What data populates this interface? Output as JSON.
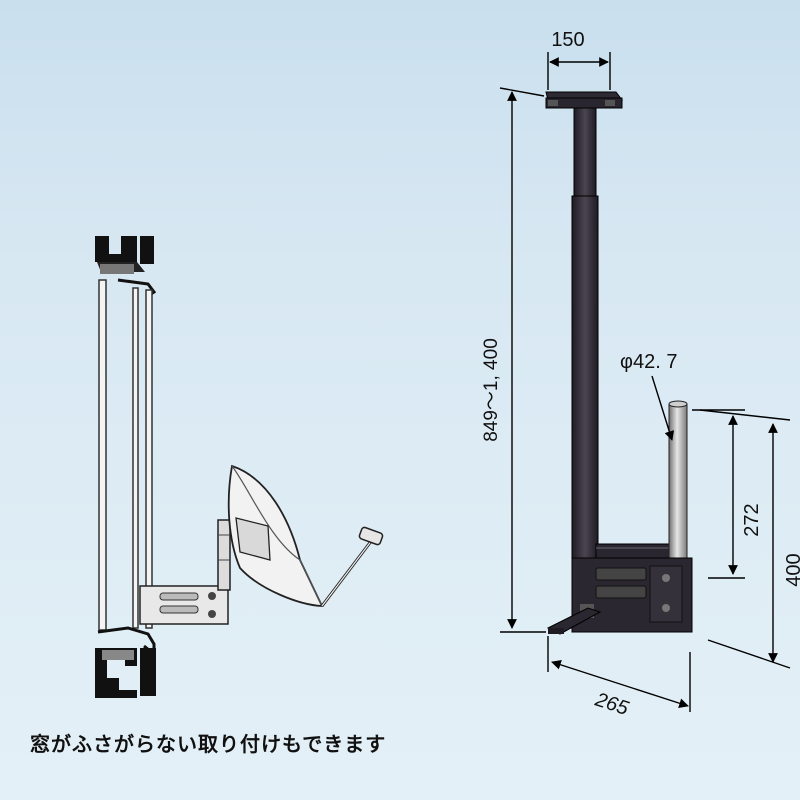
{
  "caption": "窓がふさがらない取り付けもできます",
  "dimensions": {
    "top_width": "150",
    "height_range": "849〜1, 400",
    "pipe_diameter": "φ42. 7",
    "pipe_length": "272",
    "lower_height": "400",
    "depth": "265"
  },
  "colors": {
    "background": "#d7e7f2",
    "bracket": "#2e2a33",
    "pipe": "#9a9a9a",
    "line": "#000000"
  }
}
